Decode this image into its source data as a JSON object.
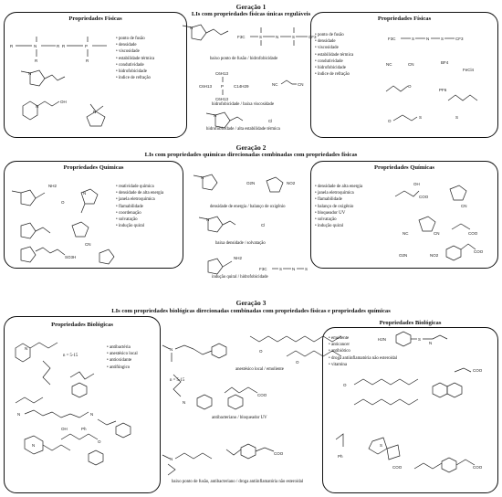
{
  "generations": [
    {
      "heading": "Geração 1",
      "subtitle": "LIs com propriedades físicas únicas reguláveis",
      "left_box": {
        "title": "Propriedades Físicas",
        "bullets": [
          "ponto de fusão",
          "densidade",
          "viscosidade",
          "estabilidade térmica",
          "condutividade",
          "hidrofobicidade",
          "índice de refração"
        ]
      },
      "captions": [
        "baixo ponto de fusão / hidrofobicidade",
        "hidrofobicidade / baixa viscosidade",
        "hidrofobicidade / alta estabilidade térmica"
      ],
      "right_box": {
        "title": "Propriedades Físicas",
        "bullets": [
          "ponto de fusão",
          "densidade",
          "viscosidade",
          "estabilidade térmica",
          "condutividade",
          "hidrofobicidade",
          "índice de refração"
        ]
      }
    },
    {
      "heading": "Geração 2",
      "subtitle": "LIs com propriedades químicas direcionadas combinadas com propriedades físicas",
      "left_box": {
        "title": "Propriedades Químicas",
        "bullets": [
          "reatividade química",
          "densidade de alta energia",
          "janela eletroquímica",
          "flamabilidade",
          "coordenação",
          "solvatação",
          "indução quiral"
        ]
      },
      "captions": [
        "densidade de energia / balanço de oxigênio",
        "baixa densidade / solvatação",
        "indução quiral / hidrofobicidade"
      ],
      "right_box": {
        "title": "Propriedades Químicas",
        "bullets": [
          "densidade de alta energia",
          "janela eletroquímica",
          "flamabilidade",
          "balanço de oxigênio",
          "bloqueador UV",
          "solvatação",
          "indução quiral"
        ]
      }
    },
    {
      "heading": "Geração 3",
      "subtitle": "LIs com propriedades biológicas direcionadas combinadas com propriedades físicas e propriedades químicas",
      "left_box": {
        "title": "Propriedades Biológicas",
        "bullets": [
          "antibactéria",
          "anestésico local",
          "antioxidante",
          "antifúngico"
        ]
      },
      "captions": [
        "anestésico local / emoliente",
        "antibacteriano / bloqueador UV",
        "baixo ponto de fusão, antibacteriano / droga antiinflamatória não esteroidal"
      ],
      "right_box": {
        "title": "Propriedades Biológicas",
        "bullets": [
          "emoliente",
          "anticancer",
          "antibiótico",
          "droga antiinflamatória não esteroidal",
          "vitamina"
        ]
      }
    }
  ],
  "chain_labels": [
    "n = 5-15",
    "n = 5-15"
  ],
  "atom_labels": {
    "n": "N",
    "p": "P",
    "r": "R",
    "s": "S",
    "o": "O",
    "f3c": "F3C",
    "cf3": "CF3",
    "oh": "OH",
    "bf4": "BF4",
    "pf6": "PF6",
    "fecl4": "FeCl4",
    "nc": "NC",
    "cn": "CN",
    "no2": "NO2",
    "o2n": "O2N",
    "nh2": "NH2",
    "h2n": "H2N",
    "so3h": "SO3H",
    "cl": "Cl",
    "coo": "COO",
    "ph": "Ph",
    "c6h13": "C6H13",
    "c14h29": "C14H29"
  },
  "colors": {
    "ink": "#111111",
    "background": "#ffffff"
  }
}
